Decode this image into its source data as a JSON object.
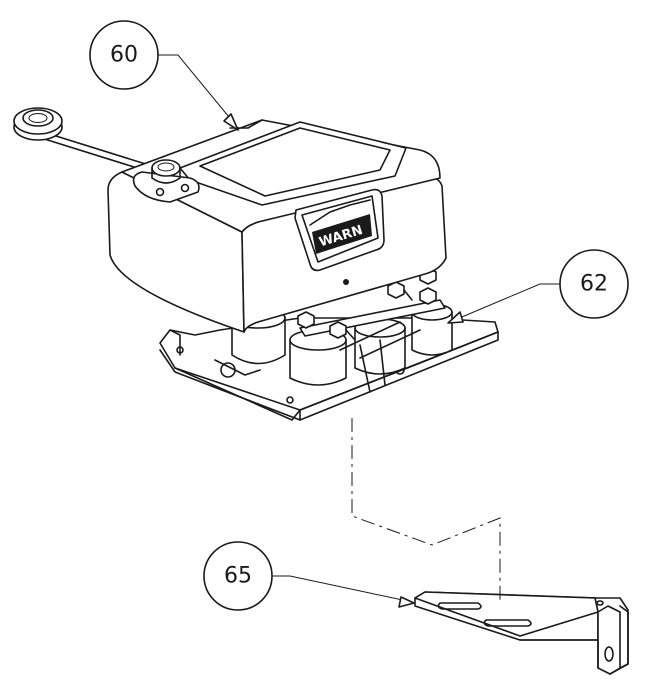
{
  "callouts": [
    {
      "id": "60",
      "label": "60"
    },
    {
      "id": "62",
      "label": "62"
    },
    {
      "id": "65",
      "label": "65"
    }
  ],
  "logo": {
    "text": "WARN"
  },
  "colors": {
    "line": "#1a1a1a",
    "background": "#ffffff"
  }
}
